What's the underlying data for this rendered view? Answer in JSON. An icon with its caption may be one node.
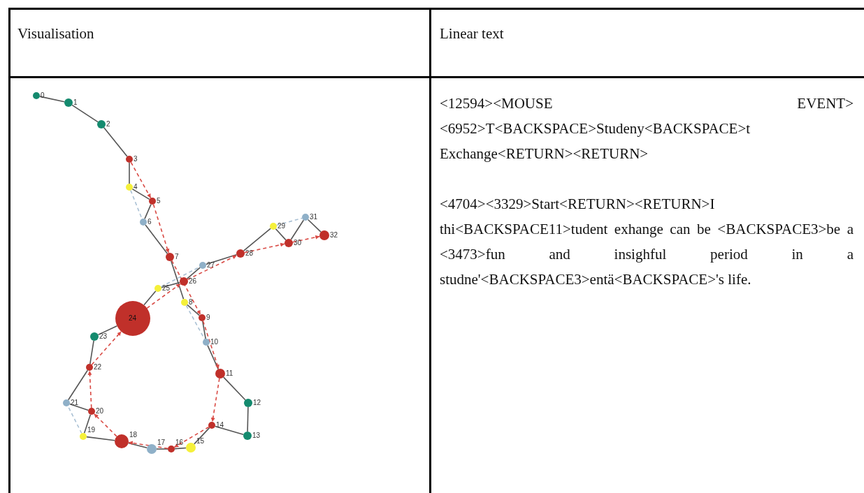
{
  "diagram": {
    "nodes": [
      {
        "text": [],
        "shape": "circle",
        "beside": [
          "0"
        ]
      },
      {
        "text": [],
        "shape": "circle",
        "beside": [
          "1"
        ]
      },
      {
        "text": [],
        "shape": "circle",
        "beside": [
          "2"
        ]
      },
      {
        "text": [],
        "shape": "circle",
        "beside": [
          "3"
        ]
      },
      {
        "text": [],
        "shape": "circle",
        "beside": [
          "4"
        ]
      },
      {
        "text": [],
        "shape": "circle",
        "beside": [
          "5"
        ]
      },
      {
        "text": [],
        "shape": "circle",
        "beside": [
          "6"
        ]
      },
      {
        "text": [],
        "shape": "circle",
        "beside": [
          "7"
        ]
      },
      {
        "text": [],
        "shape": "circle",
        "beside": [
          "8"
        ]
      },
      {
        "text": [],
        "shape": "circle",
        "beside": [
          "9"
        ]
      },
      {
        "text": [],
        "shape": "circle",
        "beside": [
          "10"
        ]
      },
      {
        "text": [],
        "shape": "circle",
        "beside": [
          "11"
        ]
      },
      {
        "text": [],
        "shape": "circle",
        "beside": [
          "12"
        ]
      },
      {
        "text": [],
        "shape": "circle",
        "beside": [
          "13"
        ]
      },
      {
        "text": [],
        "shape": "circle",
        "beside": [
          "14"
        ]
      },
      {
        "text": [],
        "shape": "circle",
        "beside": [
          "15"
        ]
      },
      {
        "text": [],
        "shape": "circle",
        "beside": [
          "16"
        ]
      },
      {
        "text": [],
        "shape": "circle",
        "beside": [
          "17"
        ]
      },
      {
        "text": [],
        "shape": "circle",
        "beside": [
          "18"
        ]
      },
      {
        "text": [],
        "shape": "circle",
        "beside": [
          "19"
        ]
      },
      {
        "text": [],
        "shape": "circle",
        "beside": [
          "20"
        ]
      },
      {
        "text": [],
        "shape": "circle",
        "beside": [
          "21"
        ]
      },
      {
        "text": [],
        "shape": "circle",
        "beside": [
          "22"
        ]
      },
      {
        "text": [],
        "shape": "circle",
        "beside": [
          "23"
        ]
      },
      {
        "text": [
          "24"
        ]
      },
      {
        "text": [],
        "shape": "circle",
        "beside": [
          "25"
        ]
      },
      {
        "text": [],
        "shape": "circle",
        "beside": [
          "26"
        ]
      },
      {
        "text": [],
        "shape": "circle",
        "beside": [
          "27"
        ]
      },
      {
        "text": [],
        "shape": "circle",
        "beside": [
          "28"
        ]
      },
      {
        "text": [],
        "shape": "circle",
        "beside": [
          "29"
        ]
      },
      {
        "text": [],
        "shape": "circle",
        "beside": [
          "30"
        ]
      },
      {
        "text": [],
        "shape": "circle",
        "beside": [
          "31"
        ]
      },
      {
        "text": [],
        "shape": "circle",
        "beside": [
          "32"
        ]
      }
    ],
    "edges": [
      {
        "from": 0,
        "to": 1,
        "arrow": "none"
      },
      {
        "from": 1,
        "to": 2,
        "arrow": "none"
      },
      {
        "from": 2,
        "to": 3,
        "arrow": "none"
      },
      {
        "from": 3,
        "to": 4,
        "arrow": "none"
      },
      {
        "from": 4,
        "to": 5,
        "arrow": "none"
      },
      {
        "from": 5,
        "to": 6,
        "arrow": "none"
      },
      {
        "from": 6,
        "to": 7,
        "arrow": "none"
      },
      {
        "from": 7,
        "to": 8,
        "arrow": "none"
      },
      {
        "from": 8,
        "to": 9,
        "arrow": "none"
      },
      {
        "from": 9,
        "to": 10,
        "arrow": "none"
      },
      {
        "from": 10,
        "to": 11,
        "arrow": "none"
      },
      {
        "from": 11,
        "to": 12,
        "arrow": "none"
      },
      {
        "from": 12,
        "to": 13,
        "arrow": "none"
      },
      {
        "from": 13,
        "to": 14,
        "arrow": "none"
      },
      {
        "from": 14,
        "to": 15,
        "arrow": "none"
      },
      {
        "from": 15,
        "to": 16,
        "arrow": "none"
      },
      {
        "from": 16,
        "to": 17,
        "arrow": "none"
      },
      {
        "from": 17,
        "to": 18,
        "arrow": "none"
      },
      {
        "from": 18,
        "to": 19,
        "arrow": "none"
      },
      {
        "from": 19,
        "to": 20,
        "arrow": "none"
      },
      {
        "from": 20,
        "to": 21,
        "arrow": "none"
      },
      {
        "from": 21,
        "to": 22,
        "arrow": "none"
      },
      {
        "from": 22,
        "to": 23,
        "arrow": "none"
      },
      {
        "from": 23,
        "to": 24,
        "arrow": "none"
      },
      {
        "from": 24,
        "to": 25,
        "arrow": "none"
      },
      {
        "from": 25,
        "to": 26,
        "arrow": "none"
      },
      {
        "from": 26,
        "to": 27,
        "arrow": "none"
      },
      {
        "from": 27,
        "to": 28,
        "arrow": "none"
      },
      {
        "from": 28,
        "to": 29,
        "arrow": "none"
      },
      {
        "from": 29,
        "to": 30,
        "arrow": "none"
      },
      {
        "from": 30,
        "to": 31,
        "arrow": "none"
      },
      {
        "from": 31,
        "to": 32,
        "arrow": "none"
      },
      {
        "from": 4,
        "to": 6,
        "arrow": "none",
        "style": "dashed",
        "color": "#a9c0d4"
      },
      {
        "from": 8,
        "to": 10,
        "arrow": "none",
        "style": "dashed",
        "color": "#a9c0d4"
      },
      {
        "from": 19,
        "to": 21,
        "arrow": "none",
        "style": "dashed",
        "color": "#a9c0d4"
      },
      {
        "from": 25,
        "to": 27,
        "arrow": "none",
        "style": "dashed",
        "color": "#a9c0d4"
      },
      {
        "from": 29,
        "to": 31,
        "arrow": "none",
        "style": "dashed",
        "color": "#a9c0d4"
      },
      {
        "from": 3,
        "to": 5,
        "arrow": "to",
        "style": "dashed",
        "color": "#d94a44"
      },
      {
        "from": 5,
        "to": 7,
        "arrow": "to",
        "style": "dashed",
        "color": "#d94a44"
      },
      {
        "from": 7,
        "to": 9,
        "arrow": "to",
        "style": "dashed",
        "color": "#d94a44"
      },
      {
        "from": 9,
        "to": 11,
        "arrow": "to",
        "style": "dashed",
        "color": "#d94a44"
      },
      {
        "from": 11,
        "to": 14,
        "arrow": "to",
        "style": "dashed",
        "color": "#d94a44"
      },
      {
        "from": 14,
        "to": 16,
        "arrow": "to",
        "style": "dashed",
        "color": "#d94a44"
      },
      {
        "from": 16,
        "to": 18,
        "arrow": "to",
        "style": "dashed",
        "color": "#d94a44"
      },
      {
        "from": 18,
        "to": 20,
        "arrow": "to",
        "style": "dashed",
        "color": "#d94a44"
      },
      {
        "from": 20,
        "to": 22,
        "arrow": "to",
        "style": "dashed",
        "color": "#d94a44"
      },
      {
        "from": 22,
        "to": 24,
        "arrow": "to",
        "style": "dashed",
        "color": "#d94a44"
      },
      {
        "from": 24,
        "to": 26,
        "arrow": "to",
        "style": "dashed",
        "color": "#d94a44"
      },
      {
        "from": 26,
        "to": 28,
        "arrow": "to",
        "style": "dashed",
        "color": "#d94a44"
      },
      {
        "from": 28,
        "to": 30,
        "arrow": "to",
        "style": "dashed",
        "color": "#d94a44"
      },
      {
        "from": 30,
        "to": 32,
        "arrow": "to",
        "style": "dashed",
        "color": "#d94a44"
      }
    ],
    "labels": [
      "Visualisation",
      "Linear text",
      "<12594><MOUSE EVENT><6952>T<BACKSPACE>Studeny<BACKSPACE>t Exchange<RETURN><RETURN>",
      "<4704><3329>Start<RETURN><RETURN>I thi<BACKSPACE11>tudent exhange can be <BACKSPACE3>be a <3473>fun and insighful period in a studne'<BACKSPACE3>entä<BACKSPACE>'s life."
    ]
  }
}
